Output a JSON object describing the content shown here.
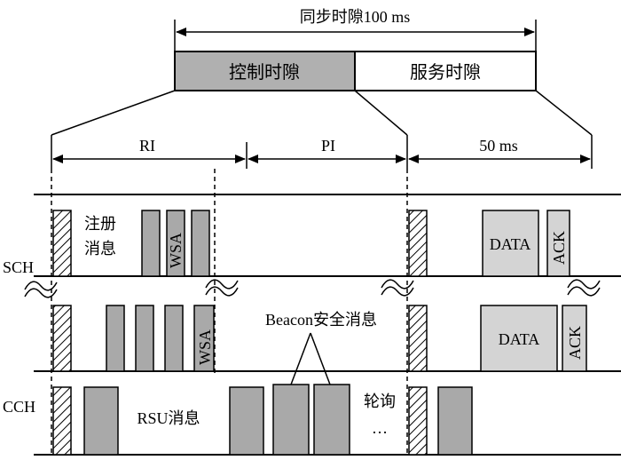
{
  "header": {
    "sync_slot": "同步时隙100 ms",
    "control_slot": "控制时隙",
    "service_slot": "服务时隙"
  },
  "intervals": {
    "ri": "RI",
    "pi": "PI",
    "service": "50 ms"
  },
  "channels": {
    "sch": "SCH",
    "cch": "CCH"
  },
  "labels": {
    "register_line1": "注册",
    "register_line2": "消息",
    "wsa": "WSA",
    "data": "DATA",
    "ack": "ACK",
    "beacon": "Beacon安全消息",
    "rsu": "RSU消息",
    "poll": "轮询",
    "ellipsis": "…"
  },
  "colors": {
    "packet_gray": "#a9a9a9",
    "packet_light": "#d4d4d4",
    "control_slot_fill": "#b0b0b0"
  }
}
